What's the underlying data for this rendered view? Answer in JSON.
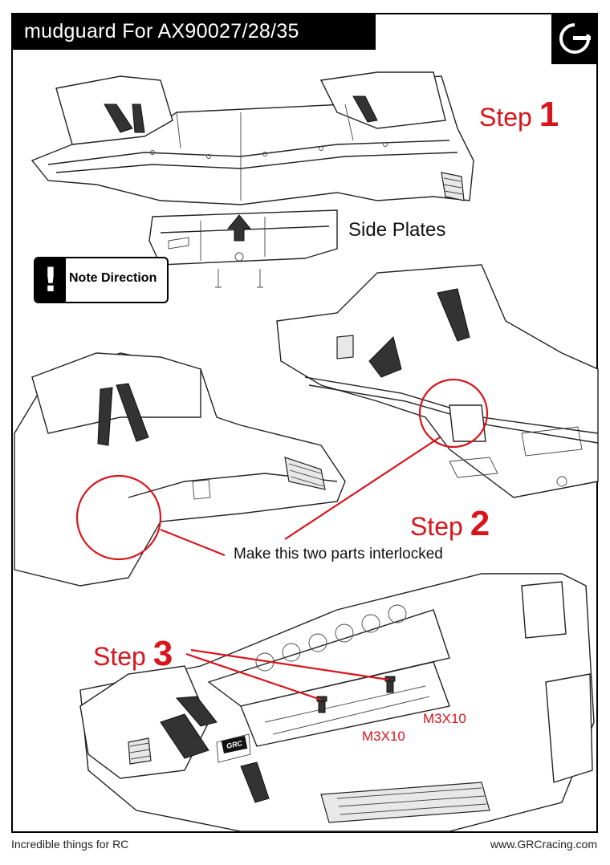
{
  "header": {
    "title": "mudguard For AX90027/28/35"
  },
  "logo": {
    "glyph": "G",
    "icon": "grc-logo-icon"
  },
  "step1": {
    "word": "Step",
    "num": "1",
    "side_plates": "Side Plates"
  },
  "note": {
    "text": "Note Direction",
    "bang": "!"
  },
  "step2": {
    "word": "Step",
    "num": "2",
    "caption": "Make this two parts interlocked"
  },
  "step3": {
    "word": "Step",
    "num": "3",
    "screw_a": "M3X10",
    "screw_b": "M3X10",
    "badge": "GRC"
  },
  "footer": {
    "left": "Incredible things for RC",
    "right": "www.GRCracing.com"
  },
  "colors": {
    "accent_red": "#d9141b",
    "ink": "#000000"
  }
}
